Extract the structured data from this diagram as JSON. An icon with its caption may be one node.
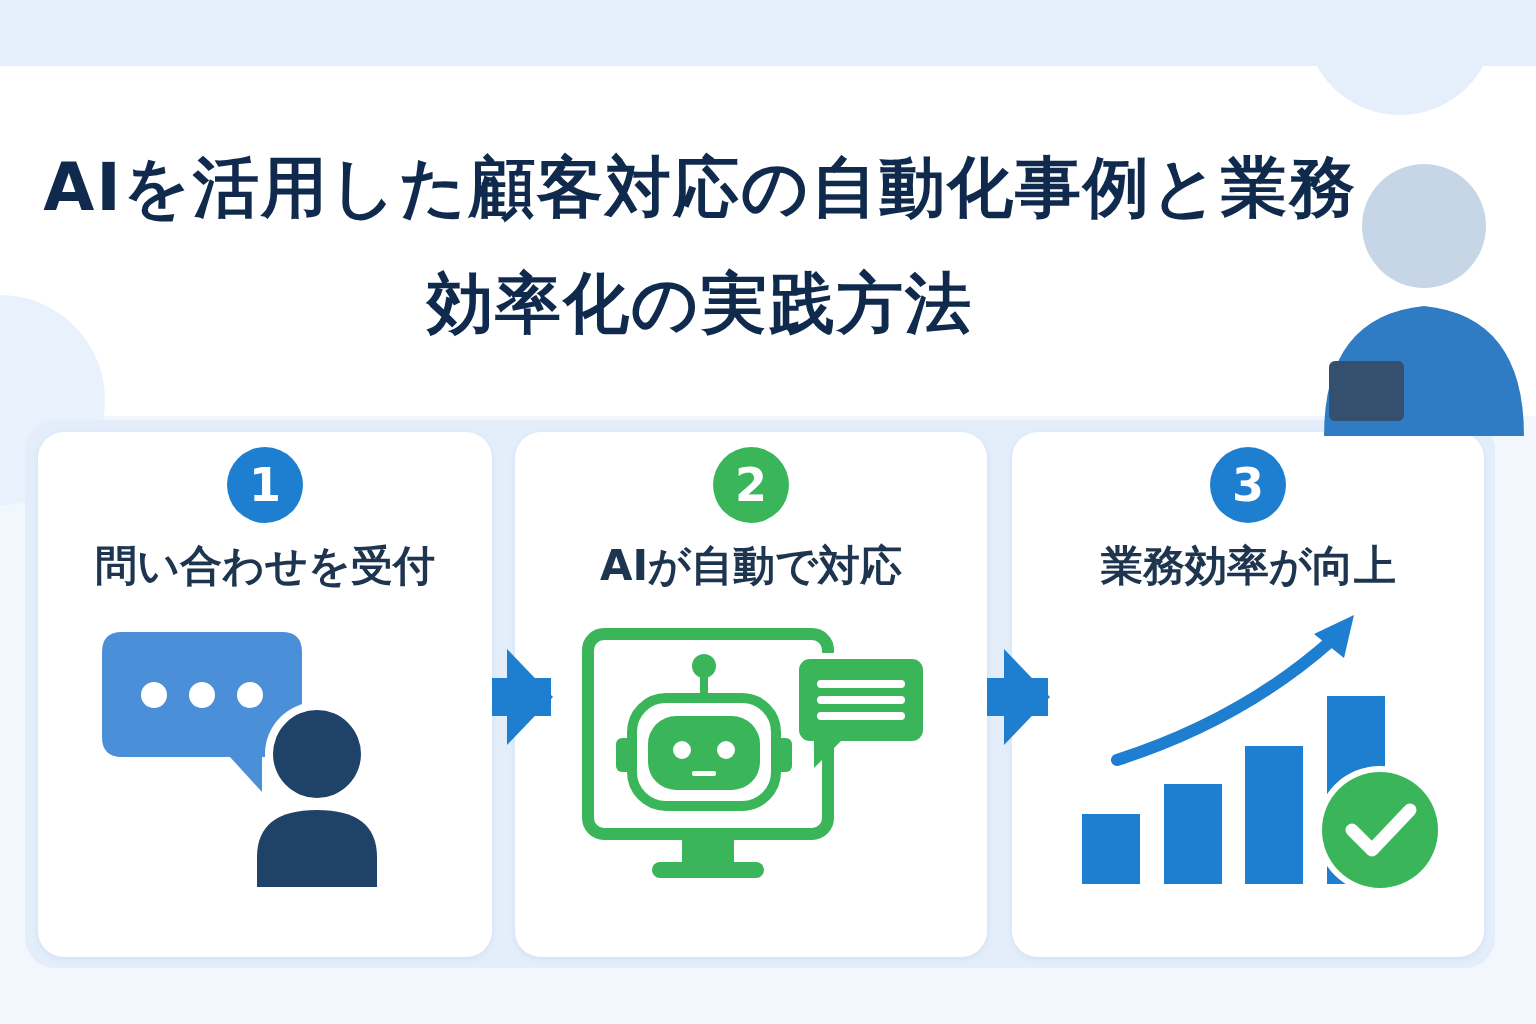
{
  "diagram": {
    "title": "AIを活用した顧客対応の自動化事例と業務効率化の**実践方法**",
    "nodes": [
      {
        "text": [
          "1",
          "問い合わせを受付"
        ]
      },
      {
        "text": [
          "2",
          "AIが自動で対応"
        ]
      },
      {
        "text": [
          "3",
          "業務効率が向上"
        ]
      }
    ],
    "edges": [
      {
        "from": 0,
        "to": 1,
        "arrow": "to"
      },
      {
        "from": 1,
        "to": 2,
        "arrow": "to"
      }
    ]
  }
}
